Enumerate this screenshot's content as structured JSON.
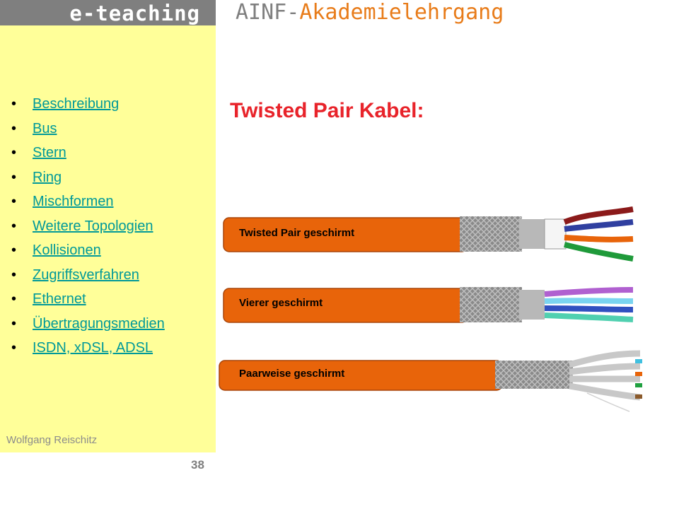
{
  "header": {
    "brand": "e-teaching",
    "title_part1": "AINF-",
    "title_part2": "Akademielehrgang"
  },
  "colors": {
    "sidebar_bg": "#ffff99",
    "link": "#009999",
    "title": "#e8232a",
    "cable": "#e8640a",
    "header_accent": "#e87c1a"
  },
  "nav": {
    "items": [
      {
        "label": "Beschreibung"
      },
      {
        "label": "Bus"
      },
      {
        "label": "Stern"
      },
      {
        "label": "Ring"
      },
      {
        "label": "Mischformen"
      },
      {
        "label": "Weitere Topologien"
      },
      {
        "label": "Kollisionen"
      },
      {
        "label": "Zugriffsverfahren"
      },
      {
        "label": "Ethernet"
      },
      {
        "label": "Übertragungsmedien"
      },
      {
        "label": "ISDN, xDSL, ADSL"
      }
    ]
  },
  "footer": {
    "author": "Wolfgang Reischitz",
    "page_number": "38"
  },
  "main": {
    "title": "Twisted Pair Kabel:",
    "cables": [
      {
        "label": "Twisted Pair geschirmt"
      },
      {
        "label": "Vierer geschirmt"
      },
      {
        "label": "Paarweise geschirmt"
      }
    ]
  }
}
